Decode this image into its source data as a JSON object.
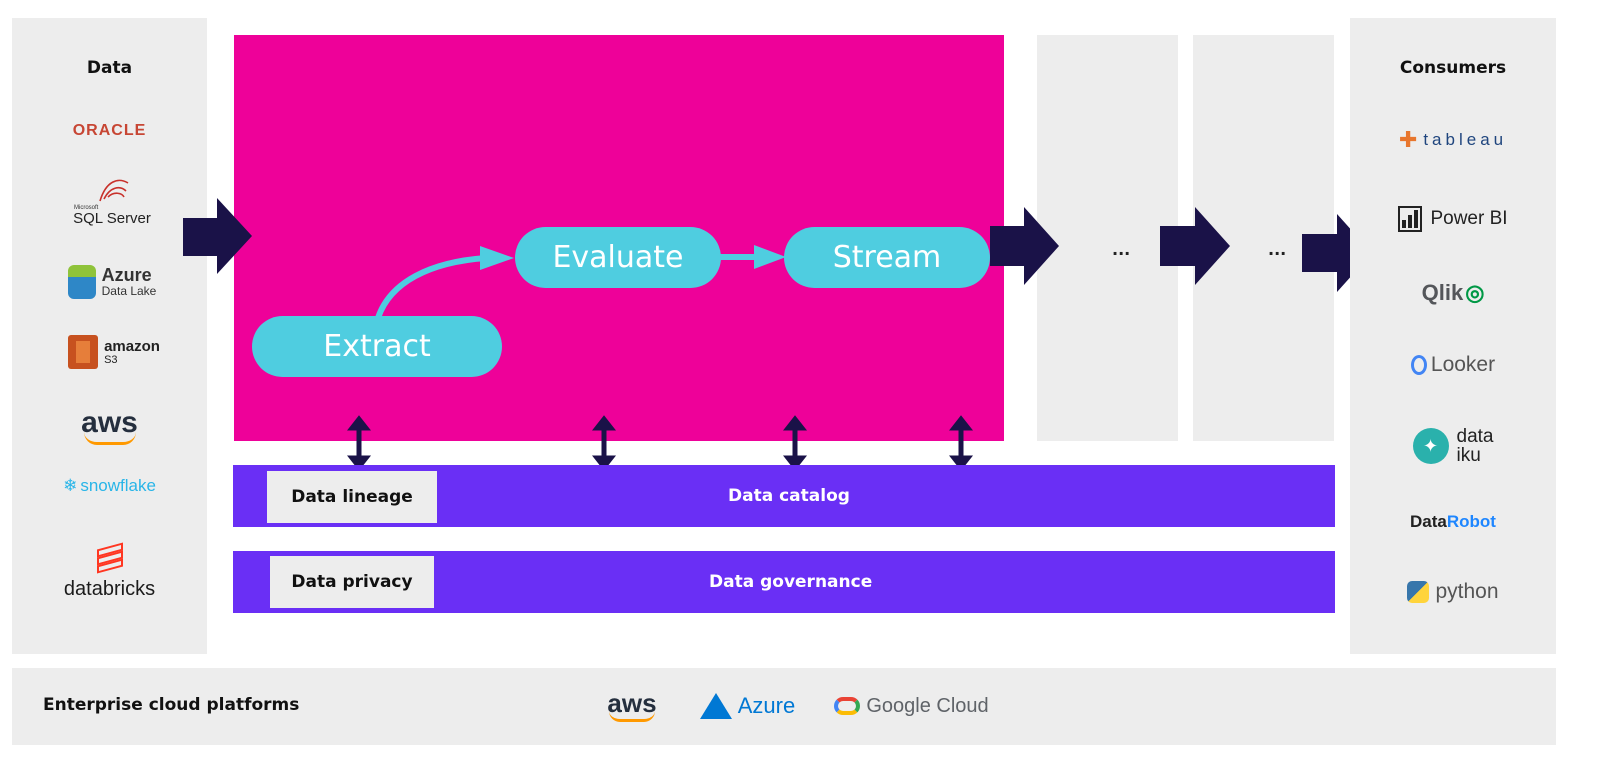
{
  "left_panel": {
    "title": "Data",
    "sources": {
      "oracle": "ORACLE",
      "sqlserver_brand": "Microsoft",
      "sqlserver_name": "SQL Server",
      "azure_title": "Azure",
      "azure_sub": "Data Lake",
      "amazon_title": "amazon",
      "amazon_sub": "S3",
      "aws": "aws",
      "snowflake": "snowflake",
      "databricks": "databricks"
    }
  },
  "pipeline": {
    "steps": {
      "extract": "Extract",
      "evaluate": "Evaluate",
      "stream": "Stream"
    },
    "ellipsis_1": "...",
    "ellipsis_2": "..."
  },
  "bars": {
    "catalog": {
      "tag": "Data lineage",
      "label": "Data catalog"
    },
    "governance": {
      "tag": "Data privacy",
      "label": "Data governance"
    }
  },
  "right_panel": {
    "title": "Consumers",
    "consumers": {
      "tableau": "tableau",
      "powerbi": "Power BI",
      "qlik": "Qlik",
      "looker": "Looker",
      "dataiku_1": "data",
      "dataiku_2": "iku",
      "datarobot_a": "Data",
      "datarobot_b": "Robot",
      "python": "python"
    }
  },
  "footer": {
    "title": "Enterprise cloud platforms",
    "aws": "aws",
    "azure": "Azure",
    "google": "Google Cloud"
  },
  "colors": {
    "pink": "#ee0199",
    "pill": "#4fcde0",
    "purple": "#6a2ff5",
    "arrow": "#1a1248",
    "panel": "#ededed"
  }
}
